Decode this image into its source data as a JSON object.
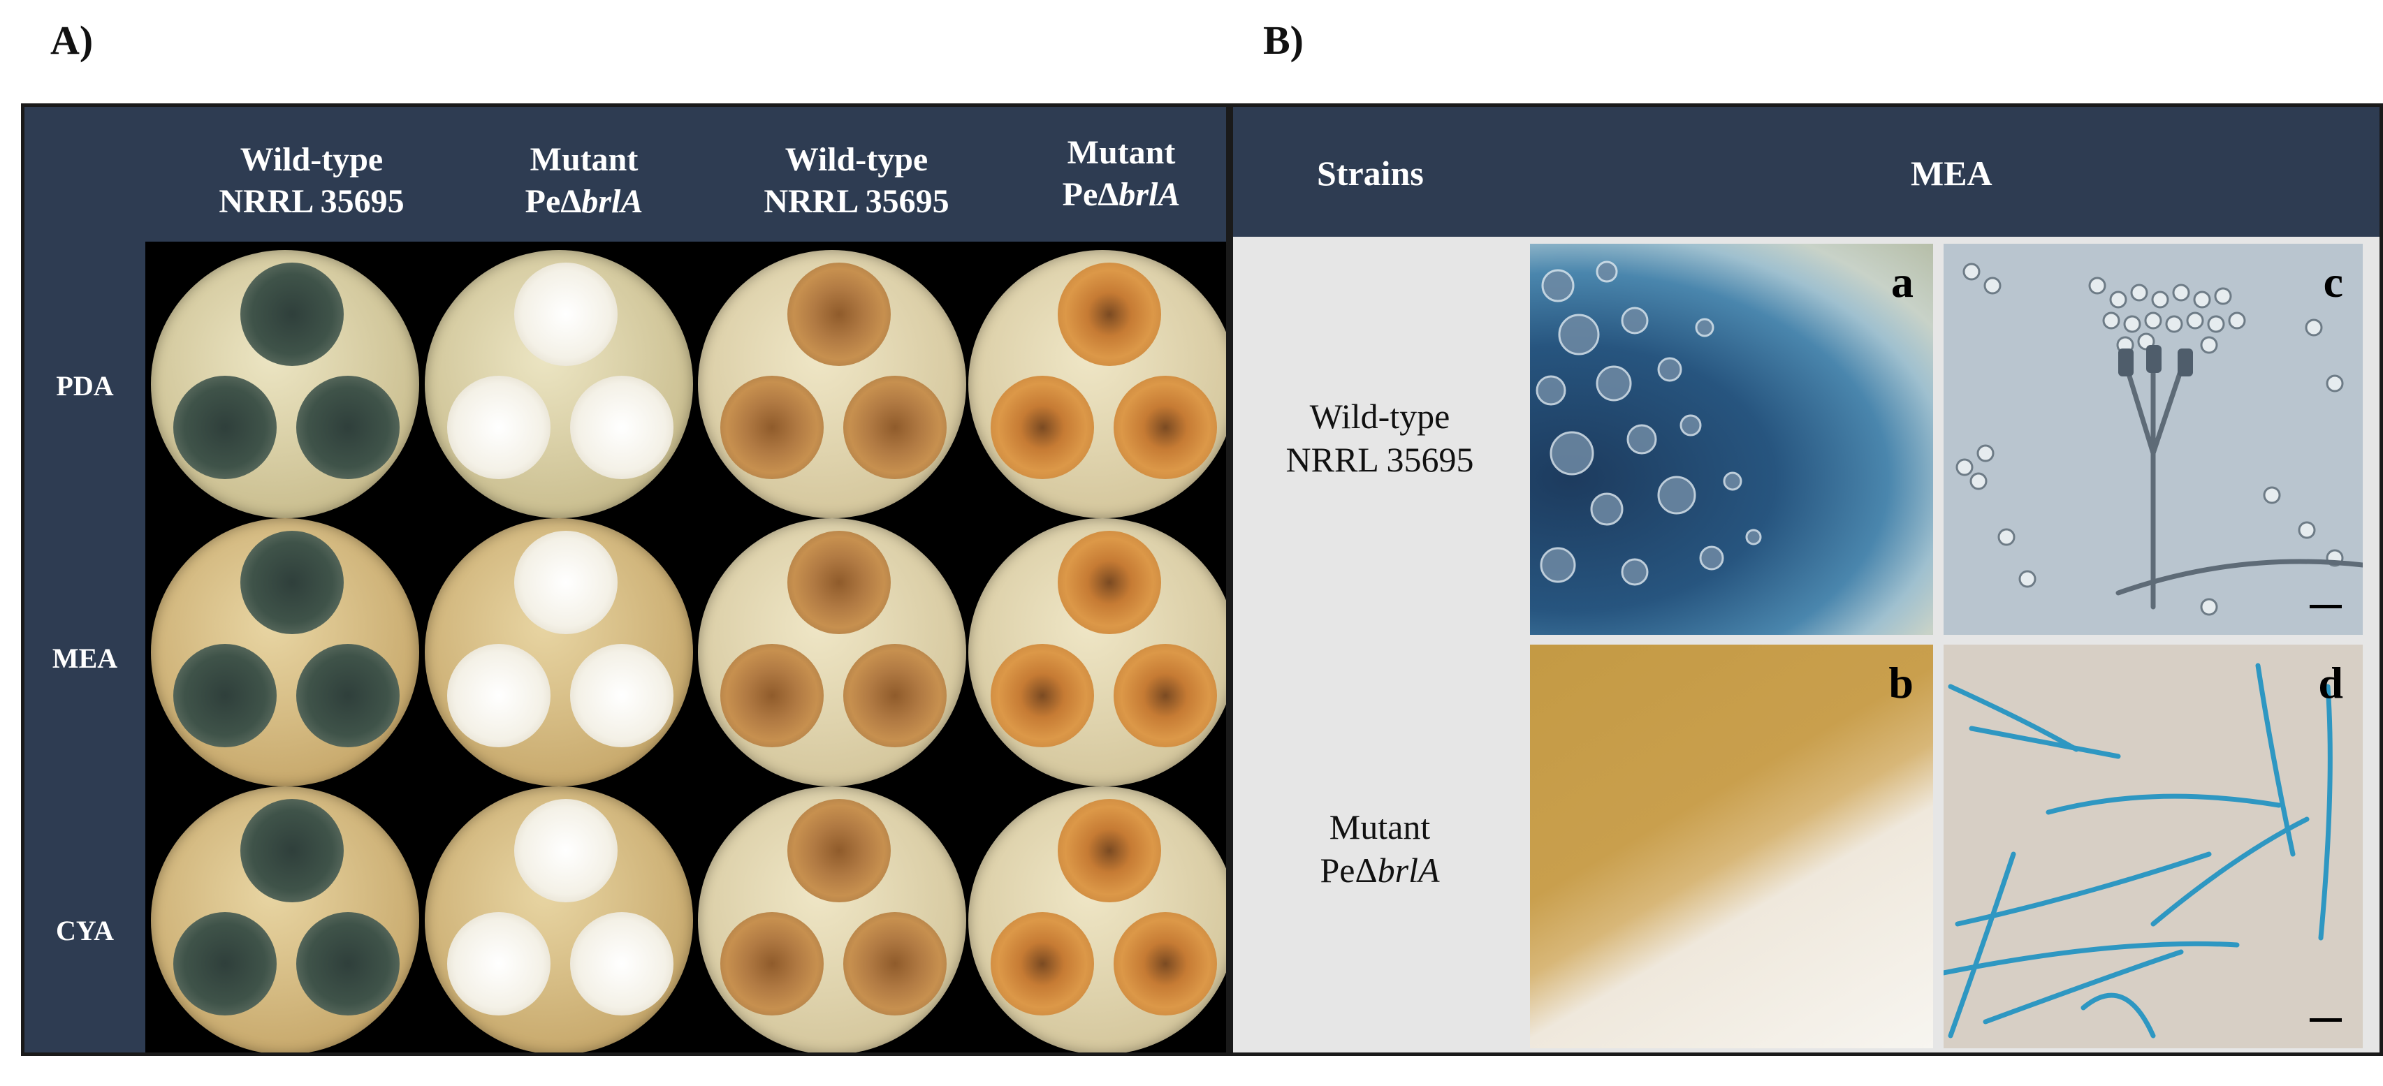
{
  "figure": {
    "panel_a_label": "A)",
    "panel_b_label": "B)"
  },
  "panel_a": {
    "column_headers": [
      {
        "line1": "Wild-type",
        "line2": "NRRL 35695"
      },
      {
        "line1": "Mutant",
        "line2_prefix": "PeΔ",
        "line2_italic": "brlA"
      },
      {
        "line1": "Wild-type",
        "line2": "NRRL 35695"
      },
      {
        "line1": "Mutant",
        "line2_prefix": "PeΔ",
        "line2_italic": "brlA"
      }
    ],
    "row_headers": [
      "PDA",
      "MEA",
      "CYA"
    ]
  },
  "panel_b": {
    "header_strains": "Strains",
    "header_medium": "MEA",
    "strain_wildtype": {
      "line1": "Wild-type",
      "line2": "NRRL 35695"
    },
    "strain_mutant": {
      "line1": "Mutant",
      "line2_prefix": "PeΔ",
      "line2_italic": "brlA"
    },
    "image_letters": {
      "a": "a",
      "b": "b",
      "c": "c",
      "d": "d"
    }
  }
}
